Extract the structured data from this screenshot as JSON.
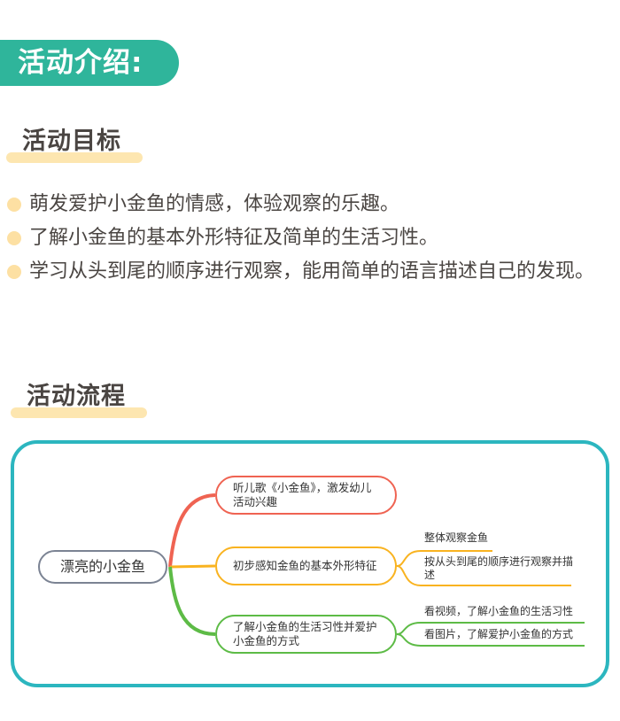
{
  "banner": {
    "title": "活动介绍:"
  },
  "sections": {
    "goals": {
      "title": "活动目标",
      "items": [
        "萌发爱护小金鱼的情感，体验观察的乐趣。",
        "了解小金鱼的基本外形特征及简单的生活习性。",
        "学习从头到尾的顺序进行观察，能用简单的语言描述自己的发现。"
      ]
    },
    "flow": {
      "title": "活动流程"
    }
  },
  "mindmap": {
    "root": "漂亮的小金鱼",
    "branches": [
      {
        "label": "听儿歌《小金鱼》，激发幼儿活动兴趣",
        "color": "#ef6352",
        "children": []
      },
      {
        "label": "初步感知金鱼的基本外形特征",
        "color": "#f9b320",
        "children": [
          "整体观察金鱼",
          "按从头到尾的顺序进行观察并描述"
        ]
      },
      {
        "label": "了解小金鱼的生活习性并爱护小金鱼的方式",
        "color": "#5dbb46",
        "children": [
          "看视频，了解小金鱼的生活习性",
          "看图片，了解爱护小金鱼的方式"
        ]
      }
    ]
  },
  "colors": {
    "banner": "#2fb59b",
    "highlight": "#fde6b0",
    "bullet": "#fde0a3",
    "frame": "#2cb6bf",
    "text": "#4a4542"
  }
}
